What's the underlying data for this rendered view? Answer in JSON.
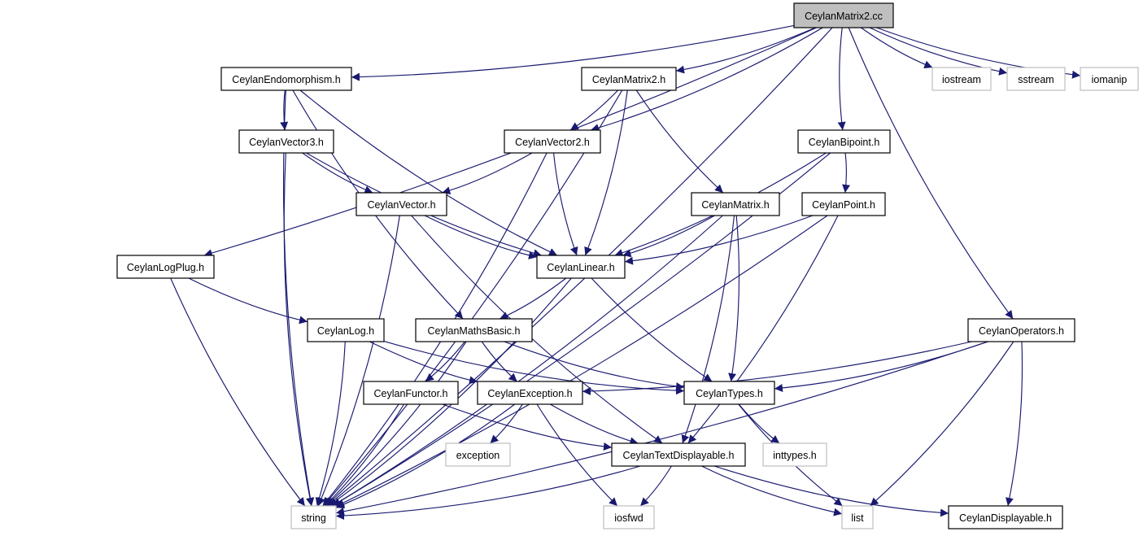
{
  "colors": {
    "edge": "#191970",
    "node_border": "#000000",
    "system_border": "#bfbfbf",
    "root_fill": "#bfbfbf",
    "background": "#ffffff"
  },
  "nodes": {
    "ceylanmatrix2_cc": {
      "label": "CeylanMatrix2.cc",
      "kind": "root"
    },
    "ceylanendomorphism_h": {
      "label": "CeylanEndomorphism.h",
      "kind": "inc"
    },
    "ceylanmatrix2_h": {
      "label": "CeylanMatrix2.h",
      "kind": "inc"
    },
    "iostream": {
      "label": "iostream",
      "kind": "sys"
    },
    "sstream": {
      "label": "sstream",
      "kind": "sys"
    },
    "iomanip": {
      "label": "iomanip",
      "kind": "sys"
    },
    "ceylanvector3_h": {
      "label": "CeylanVector3.h",
      "kind": "inc"
    },
    "ceylanvector2_h": {
      "label": "CeylanVector2.h",
      "kind": "inc"
    },
    "ceylanbipoint_h": {
      "label": "CeylanBipoint.h",
      "kind": "inc"
    },
    "ceylanvector_h": {
      "label": "CeylanVector.h",
      "kind": "inc"
    },
    "ceylanmatrix_h": {
      "label": "CeylanMatrix.h",
      "kind": "inc"
    },
    "ceylanpoint_h": {
      "label": "CeylanPoint.h",
      "kind": "inc"
    },
    "ceylanlogplug_h": {
      "label": "CeylanLogPlug.h",
      "kind": "inc"
    },
    "ceylanlinear_h": {
      "label": "CeylanLinear.h",
      "kind": "inc"
    },
    "ceylanlog_h": {
      "label": "CeylanLog.h",
      "kind": "inc"
    },
    "ceylanmathsbasic_h": {
      "label": "CeylanMathsBasic.h",
      "kind": "inc"
    },
    "ceylanoperators_h": {
      "label": "CeylanOperators.h",
      "kind": "inc"
    },
    "ceylanfunctor_h": {
      "label": "CeylanFunctor.h",
      "kind": "inc"
    },
    "ceylanexception_h": {
      "label": "CeylanException.h",
      "kind": "inc"
    },
    "ceylantypes_h": {
      "label": "CeylanTypes.h",
      "kind": "inc"
    },
    "exception": {
      "label": "exception",
      "kind": "sys"
    },
    "ceylantextdisplayable_h": {
      "label": "CeylanTextDisplayable.h",
      "kind": "inc"
    },
    "inttypes_h": {
      "label": "inttypes.h",
      "kind": "sys"
    },
    "string": {
      "label": "string",
      "kind": "sys"
    },
    "iosfwd": {
      "label": "iosfwd",
      "kind": "sys"
    },
    "list": {
      "label": "list",
      "kind": "sys"
    },
    "ceylandisplayable_h": {
      "label": "CeylanDisplayable.h",
      "kind": "inc"
    }
  },
  "edges": [
    [
      "ceylanmatrix2_cc",
      "ceylanendomorphism_h"
    ],
    [
      "ceylanmatrix2_cc",
      "ceylanmatrix2_h"
    ],
    [
      "ceylanmatrix2_cc",
      "ceylanvector2_h"
    ],
    [
      "ceylanmatrix2_cc",
      "ceylanbipoint_h"
    ],
    [
      "ceylanmatrix2_cc",
      "ceylanlogplug_h"
    ],
    [
      "ceylanmatrix2_cc",
      "ceylanoperators_h"
    ],
    [
      "ceylanmatrix2_cc",
      "iostream"
    ],
    [
      "ceylanmatrix2_cc",
      "sstream"
    ],
    [
      "ceylanmatrix2_cc",
      "iomanip"
    ],
    [
      "ceylanmatrix2_cc",
      "string"
    ],
    [
      "ceylanendomorphism_h",
      "ceylanvector3_h"
    ],
    [
      "ceylanendomorphism_h",
      "ceylanlinear_h"
    ],
    [
      "ceylanendomorphism_h",
      "ceylanmathsbasic_h"
    ],
    [
      "ceylanendomorphism_h",
      "string"
    ],
    [
      "ceylanmatrix2_h",
      "ceylanvector2_h"
    ],
    [
      "ceylanmatrix2_h",
      "ceylanlinear_h"
    ],
    [
      "ceylanmatrix2_h",
      "ceylanmatrix_h"
    ],
    [
      "ceylanmatrix2_h",
      "string"
    ],
    [
      "ceylanvector3_h",
      "ceylanvector_h"
    ],
    [
      "ceylanvector3_h",
      "ceylanlinear_h"
    ],
    [
      "ceylanvector3_h",
      "string"
    ],
    [
      "ceylanvector2_h",
      "ceylanvector_h"
    ],
    [
      "ceylanvector2_h",
      "ceylanlinear_h"
    ],
    [
      "ceylanvector2_h",
      "string"
    ],
    [
      "ceylanbipoint_h",
      "ceylanpoint_h"
    ],
    [
      "ceylanbipoint_h",
      "ceylanlinear_h"
    ],
    [
      "ceylanbipoint_h",
      "string"
    ],
    [
      "ceylanvector_h",
      "ceylanlinear_h"
    ],
    [
      "ceylanvector_h",
      "ceylantextdisplayable_h"
    ],
    [
      "ceylanvector_h",
      "string"
    ],
    [
      "ceylanmatrix_h",
      "ceylanlinear_h"
    ],
    [
      "ceylanmatrix_h",
      "ceylantypes_h"
    ],
    [
      "ceylanmatrix_h",
      "ceylantextdisplayable_h"
    ],
    [
      "ceylanmatrix_h",
      "string"
    ],
    [
      "ceylanpoint_h",
      "ceylanlinear_h"
    ],
    [
      "ceylanpoint_h",
      "ceylantextdisplayable_h"
    ],
    [
      "ceylanpoint_h",
      "string"
    ],
    [
      "ceylanlogplug_h",
      "ceylanlog_h"
    ],
    [
      "ceylanlogplug_h",
      "string"
    ],
    [
      "ceylanlinear_h",
      "ceylanmathsbasic_h"
    ],
    [
      "ceylanlinear_h",
      "ceylantypes_h"
    ],
    [
      "ceylanlinear_h",
      "string"
    ],
    [
      "ceylanlog_h",
      "ceylanexception_h"
    ],
    [
      "ceylanlog_h",
      "ceylantypes_h"
    ],
    [
      "ceylanlog_h",
      "string"
    ],
    [
      "ceylanmathsbasic_h",
      "ceylanfunctor_h"
    ],
    [
      "ceylanmathsbasic_h",
      "ceylanexception_h"
    ],
    [
      "ceylanmathsbasic_h",
      "ceylantypes_h"
    ],
    [
      "ceylanmathsbasic_h",
      "string"
    ],
    [
      "ceylanoperators_h",
      "ceylanexception_h"
    ],
    [
      "ceylanoperators_h",
      "ceylantypes_h"
    ],
    [
      "ceylanoperators_h",
      "ceylandisplayable_h"
    ],
    [
      "ceylanoperators_h",
      "list"
    ],
    [
      "ceylanoperators_h",
      "string"
    ],
    [
      "ceylanfunctor_h",
      "ceylantextdisplayable_h"
    ],
    [
      "ceylanfunctor_h",
      "string"
    ],
    [
      "ceylanexception_h",
      "ceylantextdisplayable_h"
    ],
    [
      "ceylanexception_h",
      "exception"
    ],
    [
      "ceylanexception_h",
      "iosfwd"
    ],
    [
      "ceylanexception_h",
      "string"
    ],
    [
      "ceylantypes_h",
      "inttypes_h"
    ],
    [
      "ceylantypes_h",
      "list"
    ],
    [
      "ceylantextdisplayable_h",
      "ceylandisplayable_h"
    ],
    [
      "ceylantextdisplayable_h",
      "iosfwd"
    ],
    [
      "ceylantextdisplayable_h",
      "list"
    ],
    [
      "ceylantextdisplayable_h",
      "string"
    ]
  ]
}
